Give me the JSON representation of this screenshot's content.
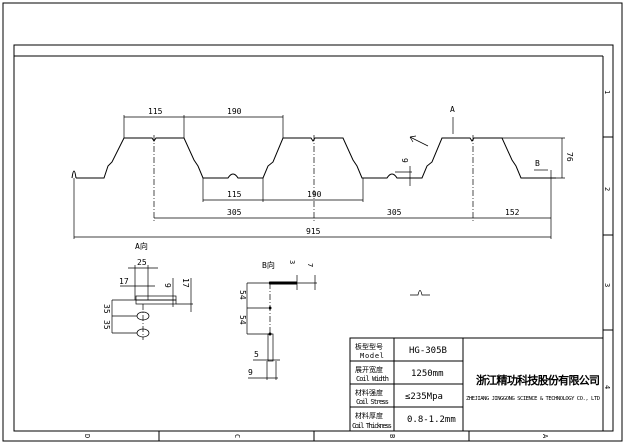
{
  "frame": {
    "row_labels": [
      "1",
      "2",
      "3",
      "4"
    ],
    "col_labels": [
      "D",
      "C",
      "B",
      "A"
    ]
  },
  "profile": {
    "dims_top": [
      "115",
      "190"
    ],
    "dims_bottom": [
      "115",
      "190"
    ],
    "dims_pitch": [
      "305",
      "305",
      "152"
    ],
    "dim_total": "915",
    "dim_height": "76",
    "dim_rib": "9",
    "view_a_marker": "A",
    "view_b_marker": "B"
  },
  "detail_a": {
    "title": "A向",
    "dims": [
      "25",
      "17",
      "9",
      "17",
      "35",
      "35"
    ]
  },
  "detail_b": {
    "title": "B向",
    "dims": [
      "3",
      "7",
      "54",
      "54",
      "5",
      "9"
    ]
  },
  "title_block": {
    "rows": [
      {
        "label_cn": "板型型号",
        "label_en": "Model",
        "value": "HG-305B"
      },
      {
        "label_cn": "展开宽度",
        "label_en": "Coil Width",
        "value": "1250mm"
      },
      {
        "label_cn": "材料强度",
        "label_en": "Coil Stress",
        "value": "≤235Mpa"
      },
      {
        "label_cn": "材料厚度",
        "label_en": "Coil Thickness",
        "value": "0.8-1.2mm"
      }
    ],
    "company_cn": "浙江精功科技股份有限公司",
    "company_en": "ZHEJIANG JINGGONG SCIENCE & TECHNOLOGY CO., LTD"
  }
}
